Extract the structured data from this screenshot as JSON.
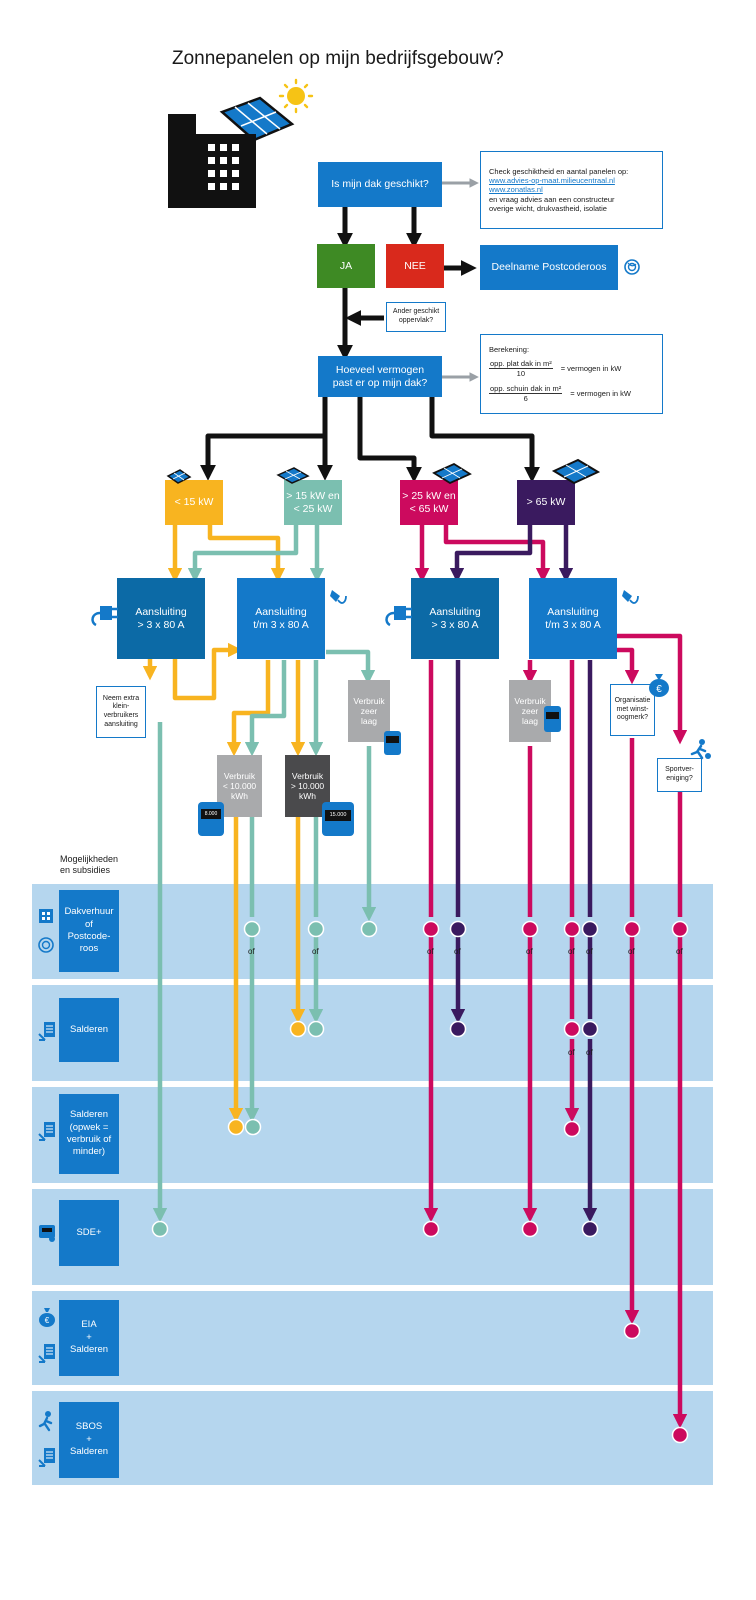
{
  "title": "Zonnepanelen op mijn bedrijfsgebouw?",
  "q1": "Is mijn dak geschikt?",
  "q1_info": {
    "intro": "Check geschiktheid en aantal panelen op:",
    "link1": "www.advies-op-maat.milieucentraal.nl",
    "link2": "www.zonatlas.nl",
    "rest": "en vraag advies aan een constructeur\noverige wicht, drukvastheid, isolatie"
  },
  "ja": "JA",
  "nee": "NEE",
  "postcoderoos": "Deelname Postcoderoos",
  "ander_oppervlak": "Ander geschikt\noppervlak?",
  "q2": "Hoeveel vermogen\npast er op mijn dak?",
  "berekening": {
    "title": "Berekening:",
    "plat_num": "opp. plat dak in m²",
    "plat_den": "10",
    "schuin_num": "opp. schuin dak in m²",
    "schuin_den": "6",
    "result": "= vermogen in kW"
  },
  "cat1": "< 15 kW",
  "cat2": "> 15 kW en\n< 25 kW",
  "cat3": "> 25 kW en\n< 65 kW",
  "cat4": "> 65 kW",
  "aansl_groot": "Aansluiting\n> 3 x 80 A",
  "aansl_klein": "Aansluiting\nt/m 3 x 80 A",
  "neem_extra": "Neem extra\nklein-\nverbruikers\naansluiting",
  "verbruik_laag": "Verbruik\nzeer\nlaag",
  "verbruik_lt": "Verbruik\n< 10.000\nkWh",
  "verbruik_gt": "Verbruik\n> 10.000\nkWh",
  "meter_small": "8.000",
  "meter_big": "15.000",
  "organisatie": "Organisatie\nmet winst-\noogmerk?",
  "sport": "Sportver-\neniging?",
  "mogelijkheden": "Mogelijkheden\nen subsidies",
  "options": [
    {
      "label": "Dakverhuur\nof\nPostcode-\nroos"
    },
    {
      "label": "Salderen"
    },
    {
      "label": "Salderen\n(opwek =\nverbruik of\nminder)"
    },
    {
      "label": "SDE+"
    },
    {
      "label": "EIA\n+\nSalderen"
    },
    {
      "label": "SBOS\n+\nSalderen"
    }
  ],
  "of_label": "of",
  "colors": {
    "blue": "#1479c9",
    "yellow": "#f8b420",
    "teal": "#7bbfb0",
    "magenta": "#cc0a5e",
    "purple": "#3a1a5f",
    "green": "#3e8a24",
    "red": "#d9291c",
    "band": "#b5d6ee"
  }
}
